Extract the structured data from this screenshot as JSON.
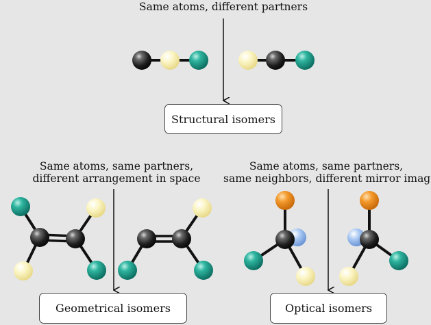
{
  "top": {
    "caption": "Same atoms, different partners",
    "result": "Structural isomers"
  },
  "left": {
    "caption_line1": "Same atoms, same partners,",
    "caption_line2": "different arrangement in space",
    "result": "Geometrical isomers"
  },
  "right": {
    "caption_line1": "Same atoms, same partners,",
    "caption_line2": "same neighbors, different mirror image",
    "result": "Optical isomers"
  },
  "colors": {
    "background": "#e6e6e6",
    "carbon": "#222222",
    "yellow_atom": "#f7efad",
    "teal_atom": "#1a9a88",
    "orange_atom": "#ee8a1e",
    "blue_atom": "#8fb4ea"
  }
}
